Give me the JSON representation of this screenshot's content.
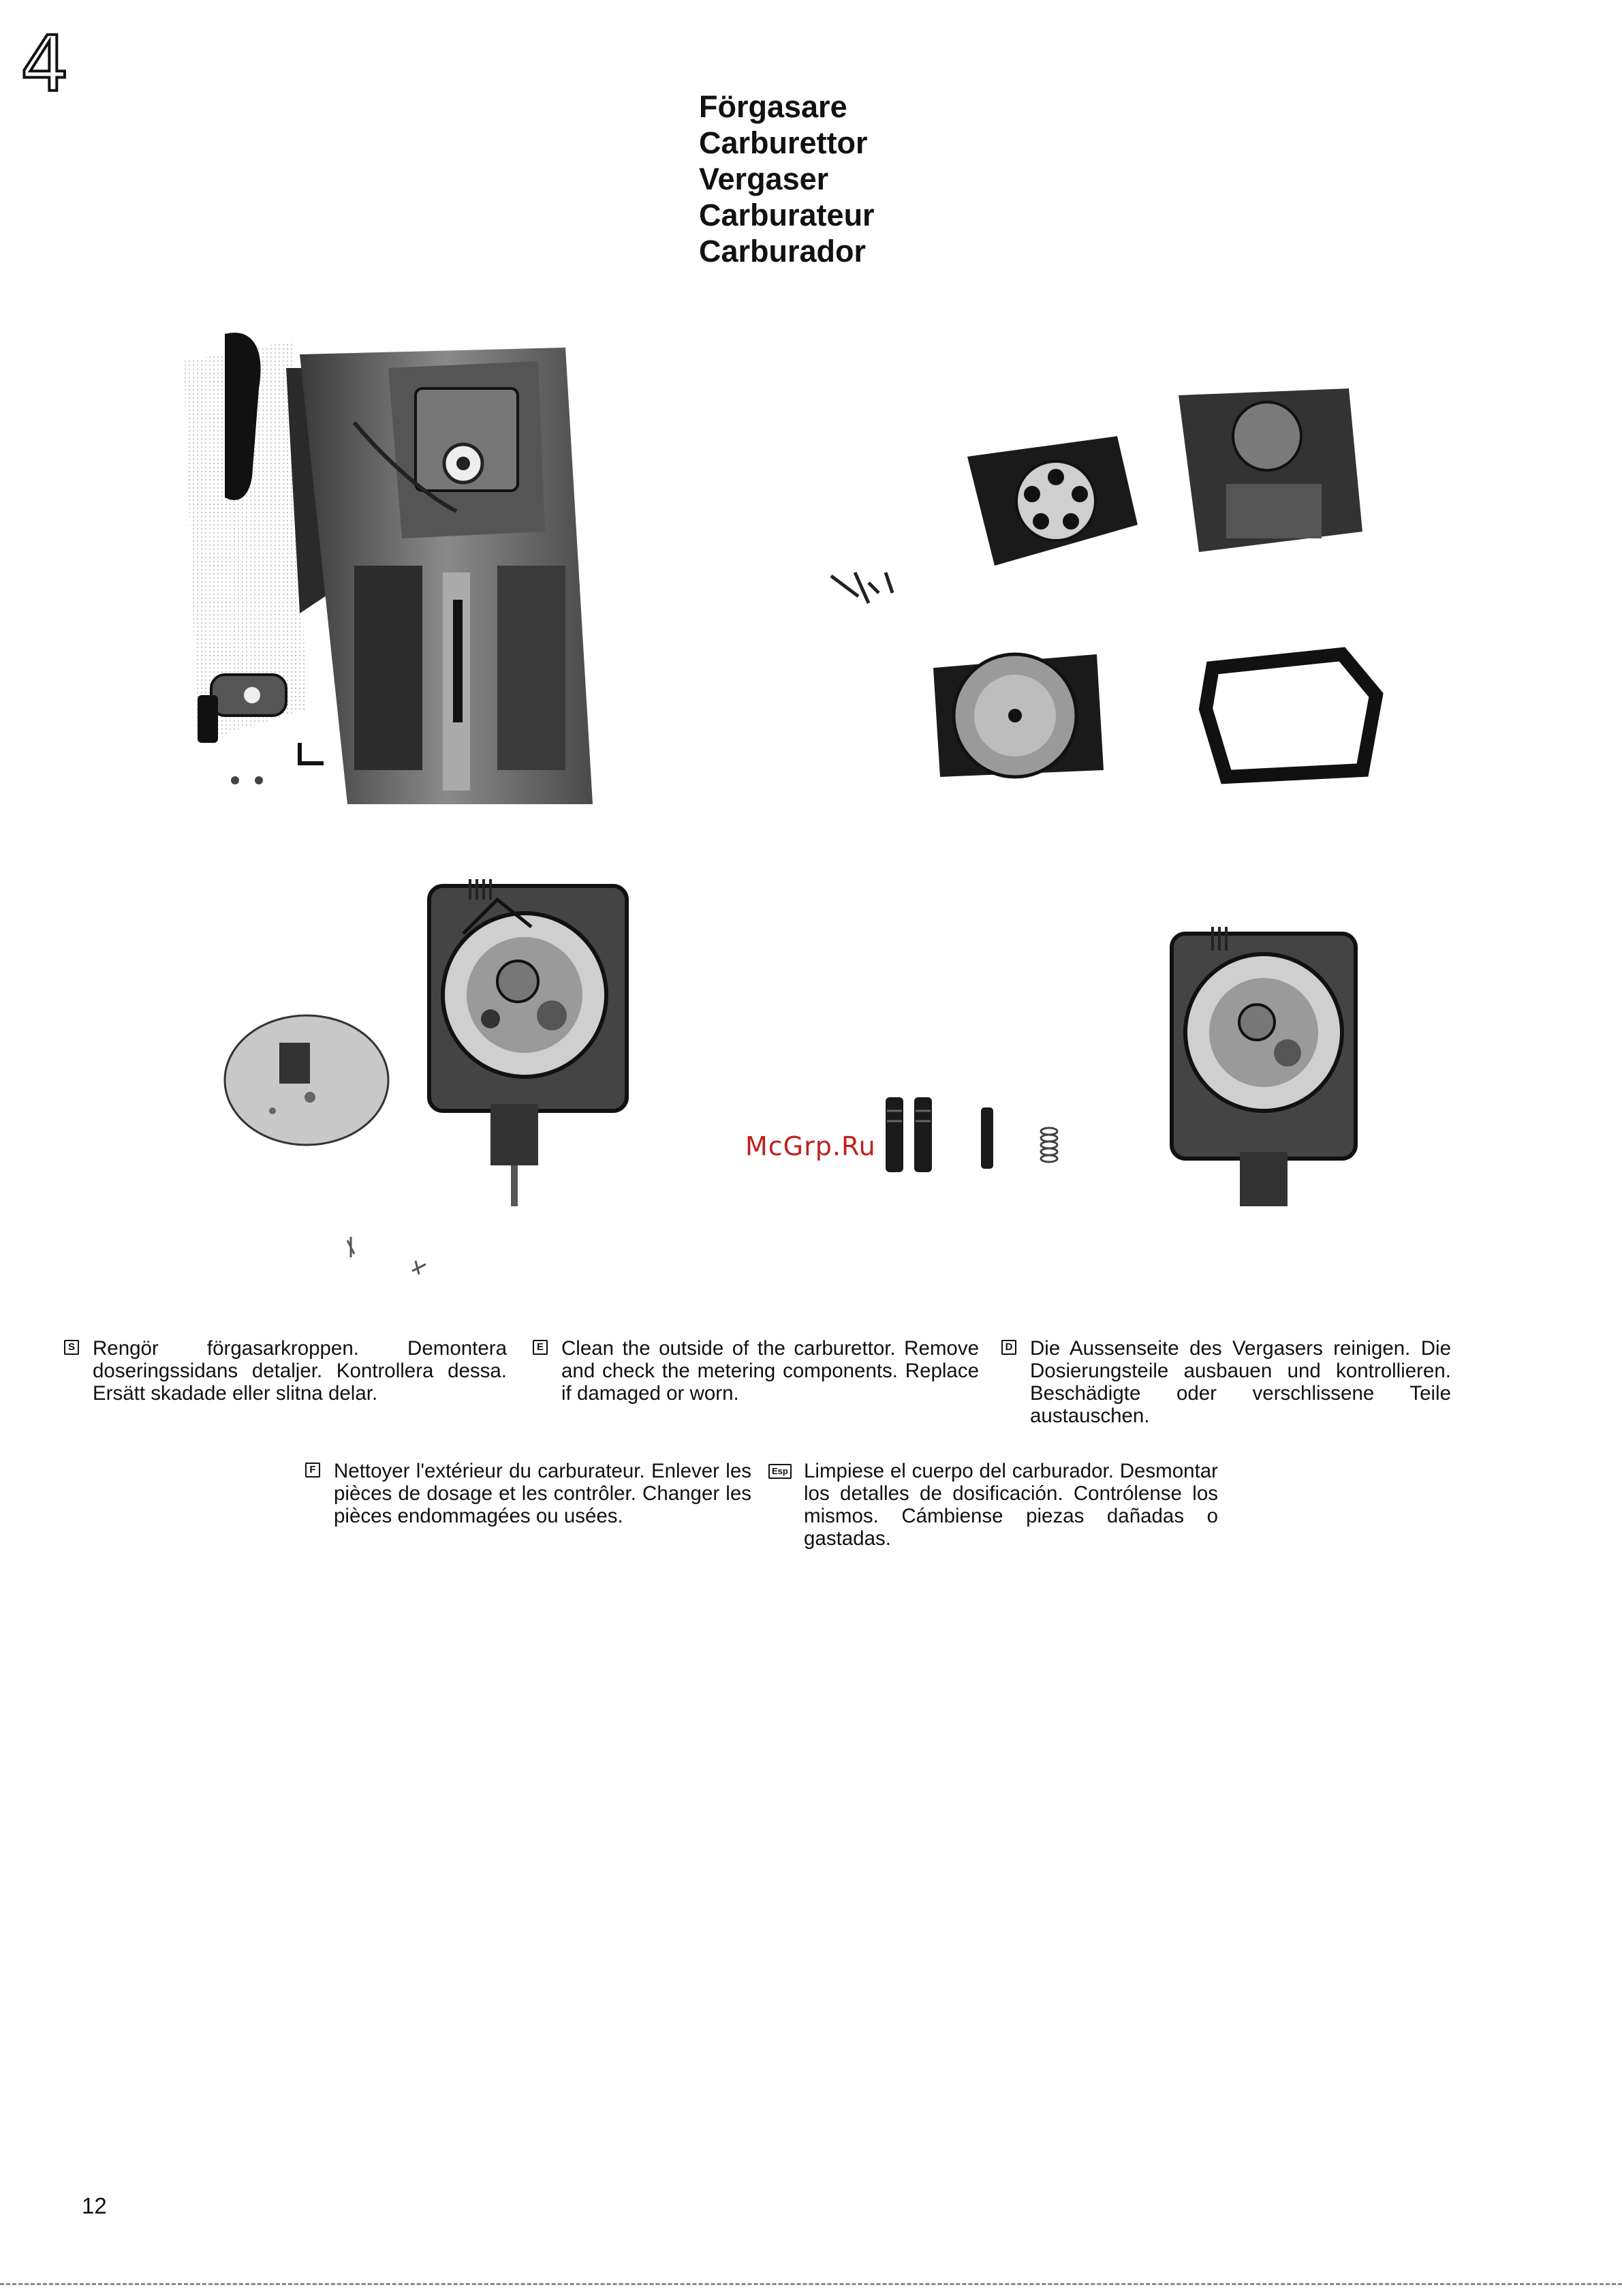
{
  "section_number": "4",
  "titles": [
    "Förgasare",
    "Carburettor",
    "Vergaser",
    "Carburateur",
    "Carburador"
  ],
  "paragraphs": {
    "sv": {
      "badge": "S",
      "text": "Rengör förgasarkroppen. Demontera doseringssidans detaljer. Kontrollera dessa. Ersätt skadade eller slitna delar."
    },
    "en": {
      "badge": "E",
      "text": "Clean the outside of the carburettor. Remove and check the metering components. Replace if damaged or worn."
    },
    "de": {
      "badge": "D",
      "text": "Die Aussenseite des Vergasers reinigen. Die Dosierungsteile ausbauen und kontrollieren. Beschädigte oder verschlissene Teile austauschen."
    },
    "fr": {
      "badge": "F",
      "text": "Nettoyer l'extérieur du carburateur. Enlever les pièces de dosage et les contrôler. Changer les pièces endommagées ou usées."
    },
    "es": {
      "badge": "Esp",
      "text": "Limpiese el cuerpo del carburador. Desmontar los detalles de dosificación. Contrólense los mismos. Cámbiense piezas dañadas o gastadas."
    }
  },
  "watermark": "McGrp.Ru",
  "page_number": "12"
}
